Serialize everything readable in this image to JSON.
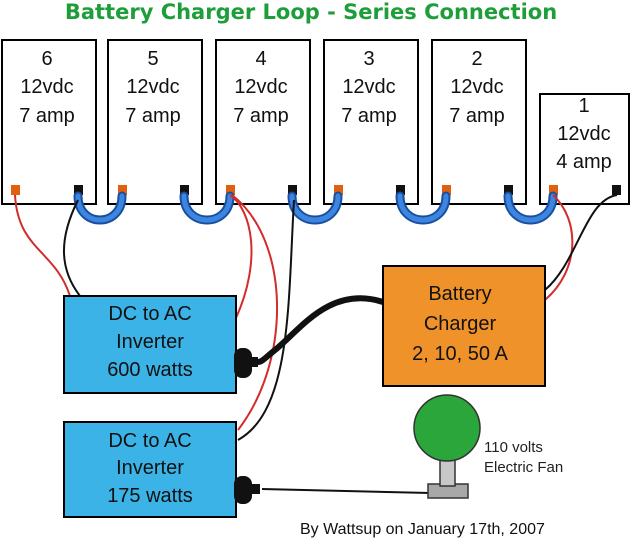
{
  "title": "Battery Charger Loop - Series Connection",
  "batteries": [
    {
      "number": "6",
      "voltage": "12vdc",
      "current": "7 amp"
    },
    {
      "number": "5",
      "voltage": "12vdc",
      "current": "7 amp"
    },
    {
      "number": "4",
      "voltage": "12vdc",
      "current": "7 amp"
    },
    {
      "number": "3",
      "voltage": "12vdc",
      "current": "7 amp"
    },
    {
      "number": "2",
      "voltage": "12vdc",
      "current": "7 amp"
    },
    {
      "number": "1",
      "voltage": "12vdc",
      "current": "4 amp"
    }
  ],
  "inverter_600": {
    "line1": "DC to AC",
    "line2": "Inverter",
    "line3": "600 watts"
  },
  "inverter_175": {
    "line1": "DC to AC",
    "line2": "Inverter",
    "line3": "175 watts"
  },
  "charger": {
    "line1": "Battery",
    "line2": "Charger",
    "line3": "2, 10, 50 A"
  },
  "fan": {
    "line1": "110 volts",
    "line2": "Electric Fan"
  },
  "credit": "By Wattsup on January 17th, 2007",
  "colors": {
    "title": "#1e9e3a",
    "inverter": "#3bb3e6",
    "charger": "#f0922a",
    "jumper": "#2f6fcf",
    "positive_terminal": "#e06010",
    "negative_terminal": "#111111",
    "red_wire": "#d22c2c",
    "fan_head": "#2aa63a"
  }
}
